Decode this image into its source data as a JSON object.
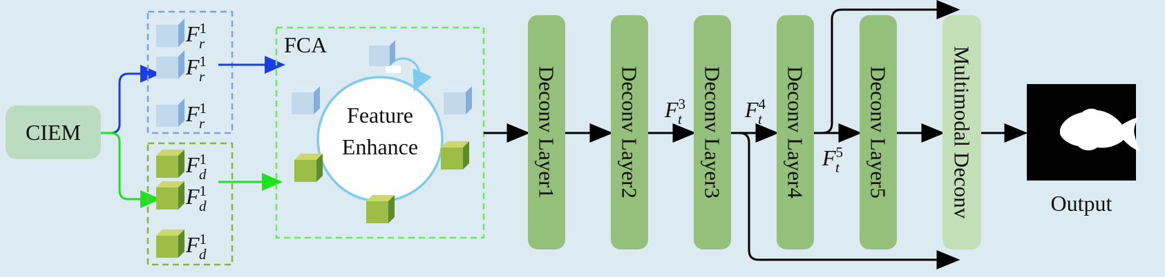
{
  "colors": {
    "background": "#dcebf2",
    "ciem_fill": "#bcdcc2",
    "deconv_fill": "#94c07c",
    "multimodal_fill": "#c3dfb8",
    "rgb_box_border": "#7e9fe0",
    "depth_box_border": "#8eae3e",
    "fca_box_border": "#6fe55d",
    "blue_arrow": "#1a3de6",
    "green_arrow": "#1fe21f",
    "circle_stroke": "#7fcbf0",
    "arrow": "#000000",
    "cube_blue": "#c2d9ec",
    "cube_green": "#9cbe46"
  },
  "ciem": {
    "label": "CIEM"
  },
  "rgb_features": [
    {
      "base": "F",
      "sub": "r",
      "sup": "1"
    },
    {
      "base": "F",
      "sub": "r",
      "sup": "1"
    },
    {
      "base": "F",
      "sub": "r",
      "sup": "1"
    }
  ],
  "depth_features": [
    {
      "base": "F",
      "sub": "d",
      "sup": "1"
    },
    {
      "base": "F",
      "sub": "d",
      "sup": "1"
    },
    {
      "base": "F",
      "sub": "d",
      "sup": "1"
    }
  ],
  "fca": {
    "label": "FCA",
    "circle_line1": "Feature",
    "circle_line2": "Enhance"
  },
  "deconv_layers": [
    {
      "label": "Deconv Layer1"
    },
    {
      "label": "Deconv Layer2"
    },
    {
      "label": "Deconv Layer3"
    },
    {
      "label": "Deconv Layer4"
    },
    {
      "label": "Deconv Layer5"
    }
  ],
  "multimodal": {
    "label": "Multimodal Deconv"
  },
  "feature_labels": [
    {
      "base": "F",
      "sub": "t",
      "sup": "3"
    },
    {
      "base": "F",
      "sub": "t",
      "sup": "4"
    },
    {
      "base": "F",
      "sub": "t",
      "sup": "5"
    }
  ],
  "output": {
    "label": "Output"
  }
}
